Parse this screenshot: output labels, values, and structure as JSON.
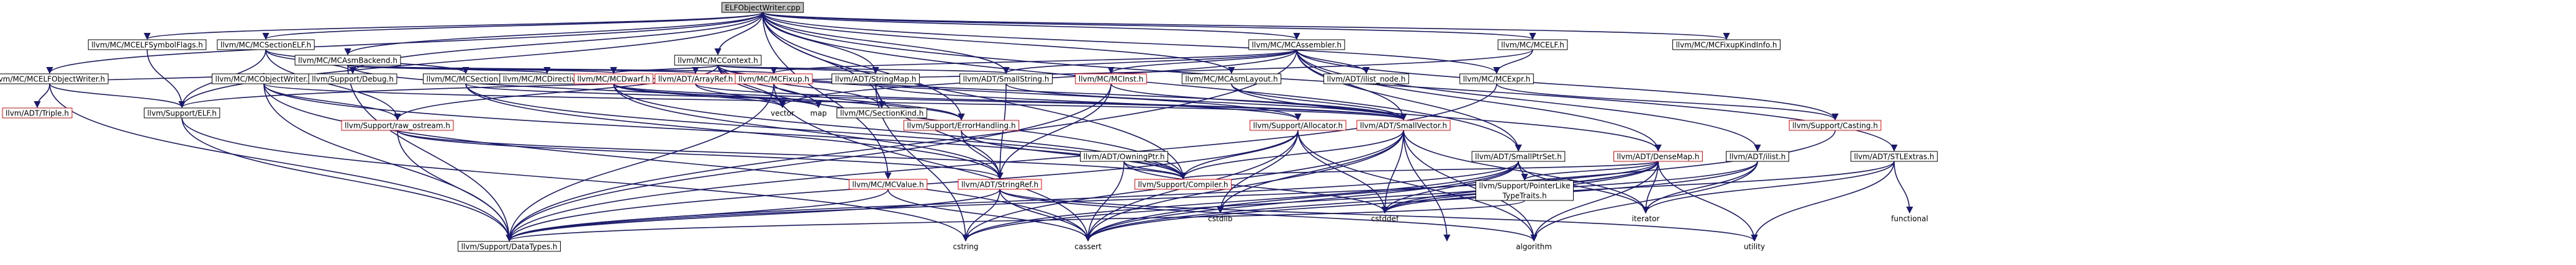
{
  "graph": {
    "colors": {
      "edge": "#191970",
      "box_border": "#000000",
      "box_fill": "#ffffff",
      "root_fill": "#bfbfbf",
      "missing_border": "#ff0000",
      "unboxed_text": "#000000"
    },
    "nodes": [
      {
        "id": "root",
        "label": "ELFObjectWriter.cpp",
        "style": "root"
      },
      {
        "id": "mcelfow",
        "label": "llvm/MC/MCELFObjectWriter.h",
        "style": "box"
      },
      {
        "id": "mcelfsym",
        "label": "llvm/MC/MCELFSymbolFlags.h",
        "style": "box"
      },
      {
        "id": "mcsecelf",
        "label": "llvm/MC/MCSectionELF.h",
        "style": "box"
      },
      {
        "id": "mcasmbackend",
        "label": "llvm/MC/MCAsmBackend.h",
        "style": "box"
      },
      {
        "id": "mccontext",
        "label": "llvm/MC/MCContext.h",
        "style": "box"
      },
      {
        "id": "mcassembler",
        "label": "llvm/MC/MCAssembler.h",
        "style": "box"
      },
      {
        "id": "mcelf",
        "label": "llvm/MC/MCELF.h",
        "style": "box"
      },
      {
        "id": "mcfixupkind",
        "label": "llvm/MC/MCFixupKindInfo.h",
        "style": "box"
      },
      {
        "id": "mcobjwriter",
        "label": "llvm/MC/MCObjectWriter.h",
        "style": "box"
      },
      {
        "id": "debug",
        "label": "llvm/Support/Debug.h",
        "style": "box"
      },
      {
        "id": "mcsection",
        "label": "llvm/MC/MCSection.h",
        "style": "box"
      },
      {
        "id": "mcdirectives",
        "label": "llvm/MC/MCDirectives.h",
        "style": "box"
      },
      {
        "id": "mcdwarf",
        "label": "llvm/MC/MCDwarf.h",
        "style": "missing"
      },
      {
        "id": "arrayref",
        "label": "llvm/ADT/ArrayRef.h",
        "style": "missing"
      },
      {
        "id": "mcfixup",
        "label": "llvm/MC/MCFixup.h",
        "style": "missing"
      },
      {
        "id": "stringmap",
        "label": "llvm/ADT/StringMap.h",
        "style": "box"
      },
      {
        "id": "smallstring",
        "label": "llvm/ADT/SmallString.h",
        "style": "box"
      },
      {
        "id": "mcinst",
        "label": "llvm/MC/MCInst.h",
        "style": "missing"
      },
      {
        "id": "mcasmlayout",
        "label": "llvm/MC/MCAsmLayout.h",
        "style": "box"
      },
      {
        "id": "ilistnode",
        "label": "llvm/ADT/ilist_node.h",
        "style": "box"
      },
      {
        "id": "mcexpr",
        "label": "llvm/MC/MCExpr.h",
        "style": "box"
      },
      {
        "id": "triple",
        "label": "llvm/ADT/Triple.h",
        "style": "missing"
      },
      {
        "id": "elf",
        "label": "llvm/Support/ELF.h",
        "style": "box"
      },
      {
        "id": "rawostream",
        "label": "llvm/Support/raw_ostream.h",
        "style": "missing"
      },
      {
        "id": "vector",
        "label": "vector",
        "style": "text"
      },
      {
        "id": "map",
        "label": "map",
        "style": "text"
      },
      {
        "id": "mcsectionkind",
        "label": "llvm/MC/SectionKind.h",
        "style": "box"
      },
      {
        "id": "errorhandling",
        "label": "llvm/Support/ErrorHandling.h",
        "style": "missing"
      },
      {
        "id": "allocator",
        "label": "llvm/Support/Allocator.h",
        "style": "missing"
      },
      {
        "id": "smallvector",
        "label": "llvm/ADT/SmallVector.h",
        "style": "missing"
      },
      {
        "id": "owningptr",
        "label": "llvm/ADT/OwningPtr.h",
        "style": "box"
      },
      {
        "id": "smallptrset",
        "label": "llvm/ADT/SmallPtrSet.h",
        "style": "box"
      },
      {
        "id": "densemap",
        "label": "llvm/ADT/DenseMap.h",
        "style": "missing"
      },
      {
        "id": "ilist",
        "label": "llvm/ADT/ilist.h",
        "style": "box"
      },
      {
        "id": "casting",
        "label": "llvm/Support/Casting.h",
        "style": "missing"
      },
      {
        "id": "stlextras",
        "label": "llvm/ADT/STLExtras.h",
        "style": "box"
      },
      {
        "id": "mcvalue",
        "label": "llvm/MC/MCValue.h",
        "style": "missing"
      },
      {
        "id": "stringref",
        "label": "llvm/ADT/StringRef.h",
        "style": "missing"
      },
      {
        "id": "compiler",
        "label": "llvm/Support/Compiler.h",
        "style": "missing"
      },
      {
        "id": "cstdlib",
        "label": "cstdlib",
        "style": "text"
      },
      {
        "id": "cstddef",
        "label": "cstddef",
        "style": "text"
      },
      {
        "id": "pointerlike",
        "label": "llvm/Support/PointerLike\nTypeTraits.h",
        "style": "box"
      },
      {
        "id": "iterator",
        "label": "iterator",
        "style": "text"
      },
      {
        "id": "functional",
        "label": "functional",
        "style": "text"
      },
      {
        "id": "datatypes",
        "label": "llvm/Support/DataTypes.h",
        "style": "box"
      },
      {
        "id": "cstring",
        "label": "cstring",
        "style": "text"
      },
      {
        "id": "cassert",
        "label": "cassert",
        "style": "text"
      },
      {
        "id": "algorithm",
        "label": "algorithm",
        "style": "text"
      },
      {
        "id": "utility",
        "label": "utility",
        "style": "text"
      }
    ],
    "edges": [
      [
        "root",
        "mcelfow"
      ],
      [
        "root",
        "mcelfsym"
      ],
      [
        "root",
        "mcsecelf"
      ],
      [
        "root",
        "mcasmbackend"
      ],
      [
        "root",
        "mccontext"
      ],
      [
        "root",
        "mcassembler"
      ],
      [
        "root",
        "mcelf"
      ],
      [
        "root",
        "mcfixupkind"
      ],
      [
        "root",
        "smallstring"
      ],
      [
        "root",
        "stringmap"
      ],
      [
        "root",
        "mcasmlayout"
      ],
      [
        "root",
        "mcexpr"
      ],
      [
        "root",
        "elf"
      ],
      [
        "root",
        "mcsectionkind"
      ],
      [
        "root",
        "debug"
      ],
      [
        "root",
        "mcvalue"
      ],
      [
        "root",
        "stlextras"
      ],
      [
        "root",
        "smallptrset"
      ],
      [
        "root",
        "errorhandling"
      ],
      [
        "root",
        "compiler"
      ],
      [
        "mcelfow",
        "mcobjwriter"
      ],
      [
        "mcelfow",
        "triple"
      ],
      [
        "mcelfow",
        "elf"
      ],
      [
        "mcelfow",
        "datatypes"
      ],
      [
        "mcelfsym",
        "elf"
      ],
      [
        "mcsecelf",
        "mcsection"
      ],
      [
        "mcsecelf",
        "debug"
      ],
      [
        "mcsecelf",
        "elf"
      ],
      [
        "mcsecelf",
        "rawostream"
      ],
      [
        "mcasmbackend",
        "mcdirectives"
      ],
      [
        "mcasmbackend",
        "mcdwarf"
      ],
      [
        "mcasmbackend",
        "mcfixup"
      ],
      [
        "mcasmbackend",
        "arrayref"
      ],
      [
        "mcasmbackend",
        "datatypes"
      ],
      [
        "mcasmbackend",
        "errorhandling"
      ],
      [
        "mccontext",
        "mcdwarf"
      ],
      [
        "mccontext",
        "mcsectionkind"
      ],
      [
        "mccontext",
        "stringmap"
      ],
      [
        "mccontext",
        "smallstring"
      ],
      [
        "mccontext",
        "allocator"
      ],
      [
        "mccontext",
        "compiler"
      ],
      [
        "mccontext",
        "rawostream"
      ],
      [
        "mccontext",
        "vector"
      ],
      [
        "mccontext",
        "map"
      ],
      [
        "mccontext",
        "smallvector"
      ],
      [
        "mcassembler",
        "mcfixup"
      ],
      [
        "mcassembler",
        "mcinst"
      ],
      [
        "mcassembler",
        "densemap"
      ],
      [
        "mcassembler",
        "ilist"
      ],
      [
        "mcassembler",
        "ilistnode"
      ],
      [
        "mcassembler",
        "smallptrset"
      ],
      [
        "mcassembler",
        "smallstring"
      ],
      [
        "mcassembler",
        "casting"
      ],
      [
        "mcassembler",
        "datatypes"
      ],
      [
        "mcassembler",
        "vector"
      ],
      [
        "mcassembler",
        "smallvector"
      ],
      [
        "mcelf",
        "mcexpr"
      ],
      [
        "mcelf",
        "elf"
      ],
      [
        "mcobjwriter",
        "datatypes"
      ],
      [
        "mcobjwriter",
        "rawostream"
      ],
      [
        "mcobjwriter",
        "compiler"
      ],
      [
        "mcobjwriter",
        "cassert"
      ],
      [
        "mcobjwriter",
        "smallvector"
      ],
      [
        "mcsection",
        "mcsectionkind"
      ],
      [
        "mcsection",
        "compiler"
      ],
      [
        "mcsection",
        "stringref"
      ],
      [
        "mcdwarf",
        "arrayref"
      ],
      [
        "mcdwarf",
        "stringref"
      ],
      [
        "mcdwarf",
        "compiler"
      ],
      [
        "mcdwarf",
        "vector"
      ],
      [
        "mcdwarf",
        "smallvector"
      ],
      [
        "mcdwarf",
        "map"
      ],
      [
        "arrayref",
        "smallvector"
      ],
      [
        "arrayref",
        "vector"
      ],
      [
        "mcfixup",
        "datatypes"
      ],
      [
        "mcfixup",
        "errorhandling"
      ],
      [
        "mcfixup",
        "cassert"
      ],
      [
        "stringmap",
        "stringref"
      ],
      [
        "stringmap",
        "allocator"
      ],
      [
        "stringmap",
        "cstring"
      ],
      [
        "smallstring",
        "smallvector"
      ],
      [
        "smallstring",
        "stringref"
      ],
      [
        "mcinst",
        "smallvector"
      ],
      [
        "mcinst",
        "stringref"
      ],
      [
        "mcinst",
        "datatypes"
      ],
      [
        "mcasmlayout",
        "smallvector"
      ],
      [
        "mcasmlayout",
        "densemap"
      ],
      [
        "mcexpr",
        "casting"
      ],
      [
        "mcexpr",
        "datatypes"
      ],
      [
        "elf",
        "datatypes"
      ],
      [
        "elf",
        "cstring"
      ],
      [
        "rawostream",
        "stringref"
      ],
      [
        "rawostream",
        "compiler"
      ],
      [
        "rawostream",
        "datatypes"
      ],
      [
        "errorhandling",
        "compiler"
      ],
      [
        "errorhandling",
        "stringref"
      ],
      [
        "allocator",
        "datatypes"
      ],
      [
        "allocator",
        "compiler"
      ],
      [
        "allocator",
        "cassert"
      ],
      [
        "allocator",
        "cstddef"
      ],
      [
        "allocator",
        "cstdlib"
      ],
      [
        "allocator",
        "algorithm"
      ],
      [
        "smallvector",
        "compiler"
      ],
      [
        "smallvector",
        "cassert"
      ],
      [
        "smallvector",
        "cstddef"
      ],
      [
        "smallvector",
        "cstdlib"
      ],
      [
        "smallvector",
        "cstring"
      ],
      [
        "smallvector",
        "iterator"
      ],
      [
        "smallvector",
        "memory"
      ],
      [
        "smallvector",
        "algorithm"
      ],
      [
        "owningptr",
        "compiler"
      ],
      [
        "owningptr",
        "cassert"
      ],
      [
        "owningptr",
        "cstddef"
      ],
      [
        "smallptrset",
        "datatypes"
      ],
      [
        "smallptrset",
        "pointerlike"
      ],
      [
        "smallptrset",
        "cassert"
      ],
      [
        "smallptrset",
        "cstddef"
      ],
      [
        "smallptrset",
        "cstring"
      ],
      [
        "smallptrset",
        "iterator"
      ],
      [
        "densemap",
        "compiler"
      ],
      [
        "densemap",
        "datatypes"
      ],
      [
        "densemap",
        "pointerlike"
      ],
      [
        "densemap",
        "algorithm"
      ],
      [
        "densemap",
        "cassert"
      ],
      [
        "densemap",
        "cstddef"
      ],
      [
        "densemap",
        "cstring"
      ],
      [
        "densemap",
        "iterator"
      ],
      [
        "densemap",
        "utility"
      ],
      [
        "ilist",
        "algorithm"
      ],
      [
        "ilist",
        "cassert"
      ],
      [
        "ilist",
        "cstddef"
      ],
      [
        "ilist",
        "iterator"
      ],
      [
        "casting",
        "cassert"
      ],
      [
        "stlextras",
        "cstddef"
      ],
      [
        "stlextras",
        "functional"
      ],
      [
        "stlextras",
        "iterator"
      ],
      [
        "stlextras",
        "utility"
      ],
      [
        "mcvalue",
        "datatypes"
      ],
      [
        "mcvalue",
        "cassert"
      ],
      [
        "stringref",
        "datatypes"
      ],
      [
        "stringref",
        "algorithm"
      ],
      [
        "stringref",
        "cassert"
      ],
      [
        "stringref",
        "cstring"
      ],
      [
        "stringref",
        "utility"
      ],
      [
        "pointerlike",
        "datatypes"
      ]
    ]
  }
}
